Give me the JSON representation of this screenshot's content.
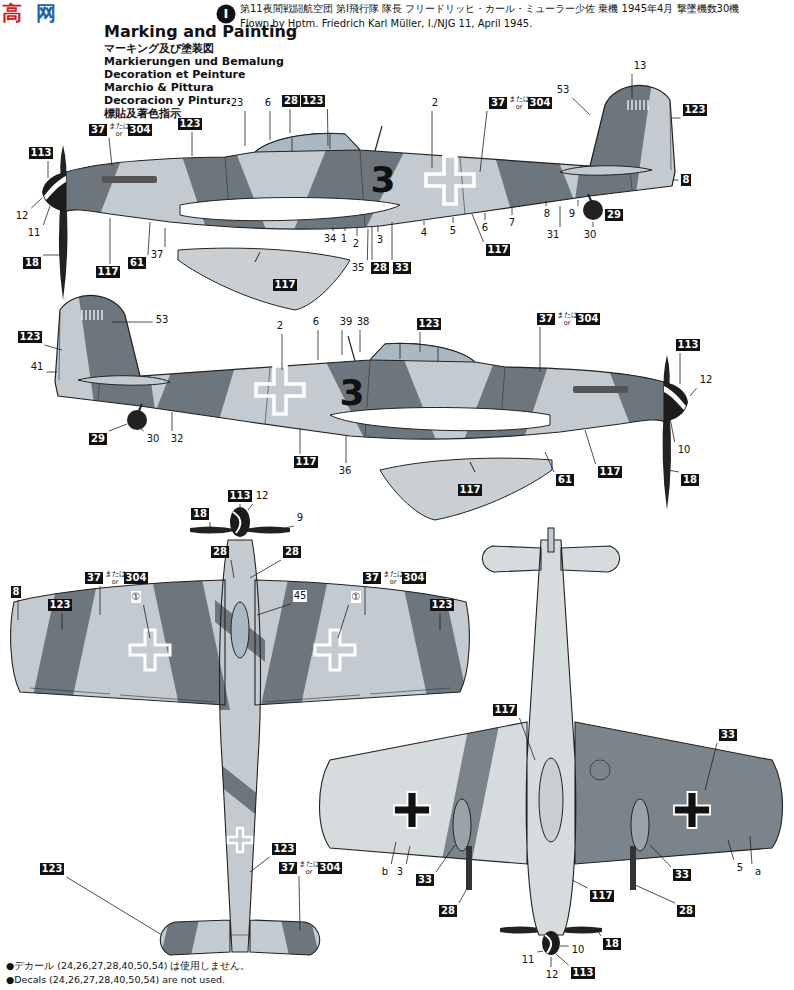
{
  "diagram": {
    "title": "Marking and Painting",
    "nodes": [
      {
        "text": [
          "I"
        ]
      },
      {
        "text": [
          "113"
        ]
      },
      {
        "text": [
          "18"
        ]
      },
      {
        "text": [
          "117"
        ]
      },
      {
        "text": [
          "61"
        ]
      },
      {
        "text": [
          "37"
        ]
      },
      {
        "text": [
          "304"
        ]
      },
      {
        "text": [
          "123"
        ]
      },
      {
        "text": [
          "28"
        ]
      },
      {
        "text": [
          "123"
        ]
      },
      {
        "text": [
          "37"
        ]
      },
      {
        "text": [
          "304"
        ]
      },
      {
        "text": [
          "123"
        ]
      },
      {
        "text": [
          "8"
        ]
      },
      {
        "text": [
          "29"
        ]
      },
      {
        "text": [
          "117"
        ]
      },
      {
        "text": [
          "28"
        ]
      },
      {
        "text": [
          "33"
        ]
      },
      {
        "text": [
          "117"
        ]
      },
      {
        "text": [
          "123"
        ]
      },
      {
        "text": [
          "29"
        ]
      },
      {
        "text": [
          "123"
        ]
      },
      {
        "text": [
          "37"
        ]
      },
      {
        "text": [
          "304"
        ]
      },
      {
        "text": [
          "113"
        ]
      },
      {
        "text": [
          "18"
        ]
      },
      {
        "text": [
          "117"
        ]
      },
      {
        "text": [
          "61"
        ]
      },
      {
        "text": [
          "117"
        ]
      },
      {
        "text": [
          "117"
        ]
      },
      {
        "text": [
          "113"
        ]
      },
      {
        "text": [
          "18"
        ]
      },
      {
        "text": [
          "28"
        ]
      },
      {
        "text": [
          "28"
        ]
      },
      {
        "text": [
          "37"
        ]
      },
      {
        "text": [
          "304"
        ]
      },
      {
        "text": [
          "123"
        ]
      },
      {
        "text": [
          "8"
        ]
      },
      {
        "text": [
          "37"
        ]
      },
      {
        "text": [
          "304"
        ]
      },
      {
        "text": [
          "123"
        ]
      },
      {
        "text": [
          "123"
        ]
      },
      {
        "text": [
          "123"
        ]
      },
      {
        "text": [
          "37"
        ]
      },
      {
        "text": [
          "304"
        ]
      },
      {
        "text": [
          "117"
        ]
      },
      {
        "text": [
          "33"
        ]
      },
      {
        "text": [
          "33"
        ]
      },
      {
        "text": [
          "28"
        ]
      },
      {
        "text": [
          "33"
        ]
      },
      {
        "text": [
          "28"
        ]
      },
      {
        "text": [
          "117"
        ]
      },
      {
        "text": [
          "18"
        ]
      },
      {
        "text": [
          "113"
        ]
      }
    ],
    "labels": [
      "高",
      "网",
      "マーキング及び塗装図",
      "Markierungen und Bemalung",
      "Decoration et Peinture",
      "Marchio & Pittura",
      "Decoracion y Pintura",
      "標貼及著色指示",
      "第11夜間戦闘航空団 第I飛行隊 隊長 フリードリッヒ・カール・ミューラー少佐 乗機 1945年4月 撃墜機数30機",
      "Flown by Hptm. Friedrich Karl Müller, I./NJG 11, April 1945.",
      "23",
      "6",
      "2",
      "53",
      "13",
      "12",
      "11",
      "37",
      "3",
      "34",
      "1",
      "2",
      "3",
      "4",
      "5",
      "6",
      "7",
      "8",
      "9",
      "30",
      "31",
      "35",
      "または",
      "or",
      "または",
      "or",
      "53",
      "41",
      "30",
      "32",
      "2",
      "6",
      "39",
      "38",
      "3",
      "12",
      "10",
      "36",
      "または",
      "or",
      "12",
      "9",
      "45",
      "①",
      "①",
      "または",
      "or",
      "または",
      "or",
      "または",
      "or",
      "b",
      "3",
      "5",
      "a",
      "11",
      "10",
      "12",
      "●デカール (24,26,27,28,40,50,54) は使用しません。",
      "●Decals (24,26,27,28,40,50,54) are not used."
    ]
  }
}
